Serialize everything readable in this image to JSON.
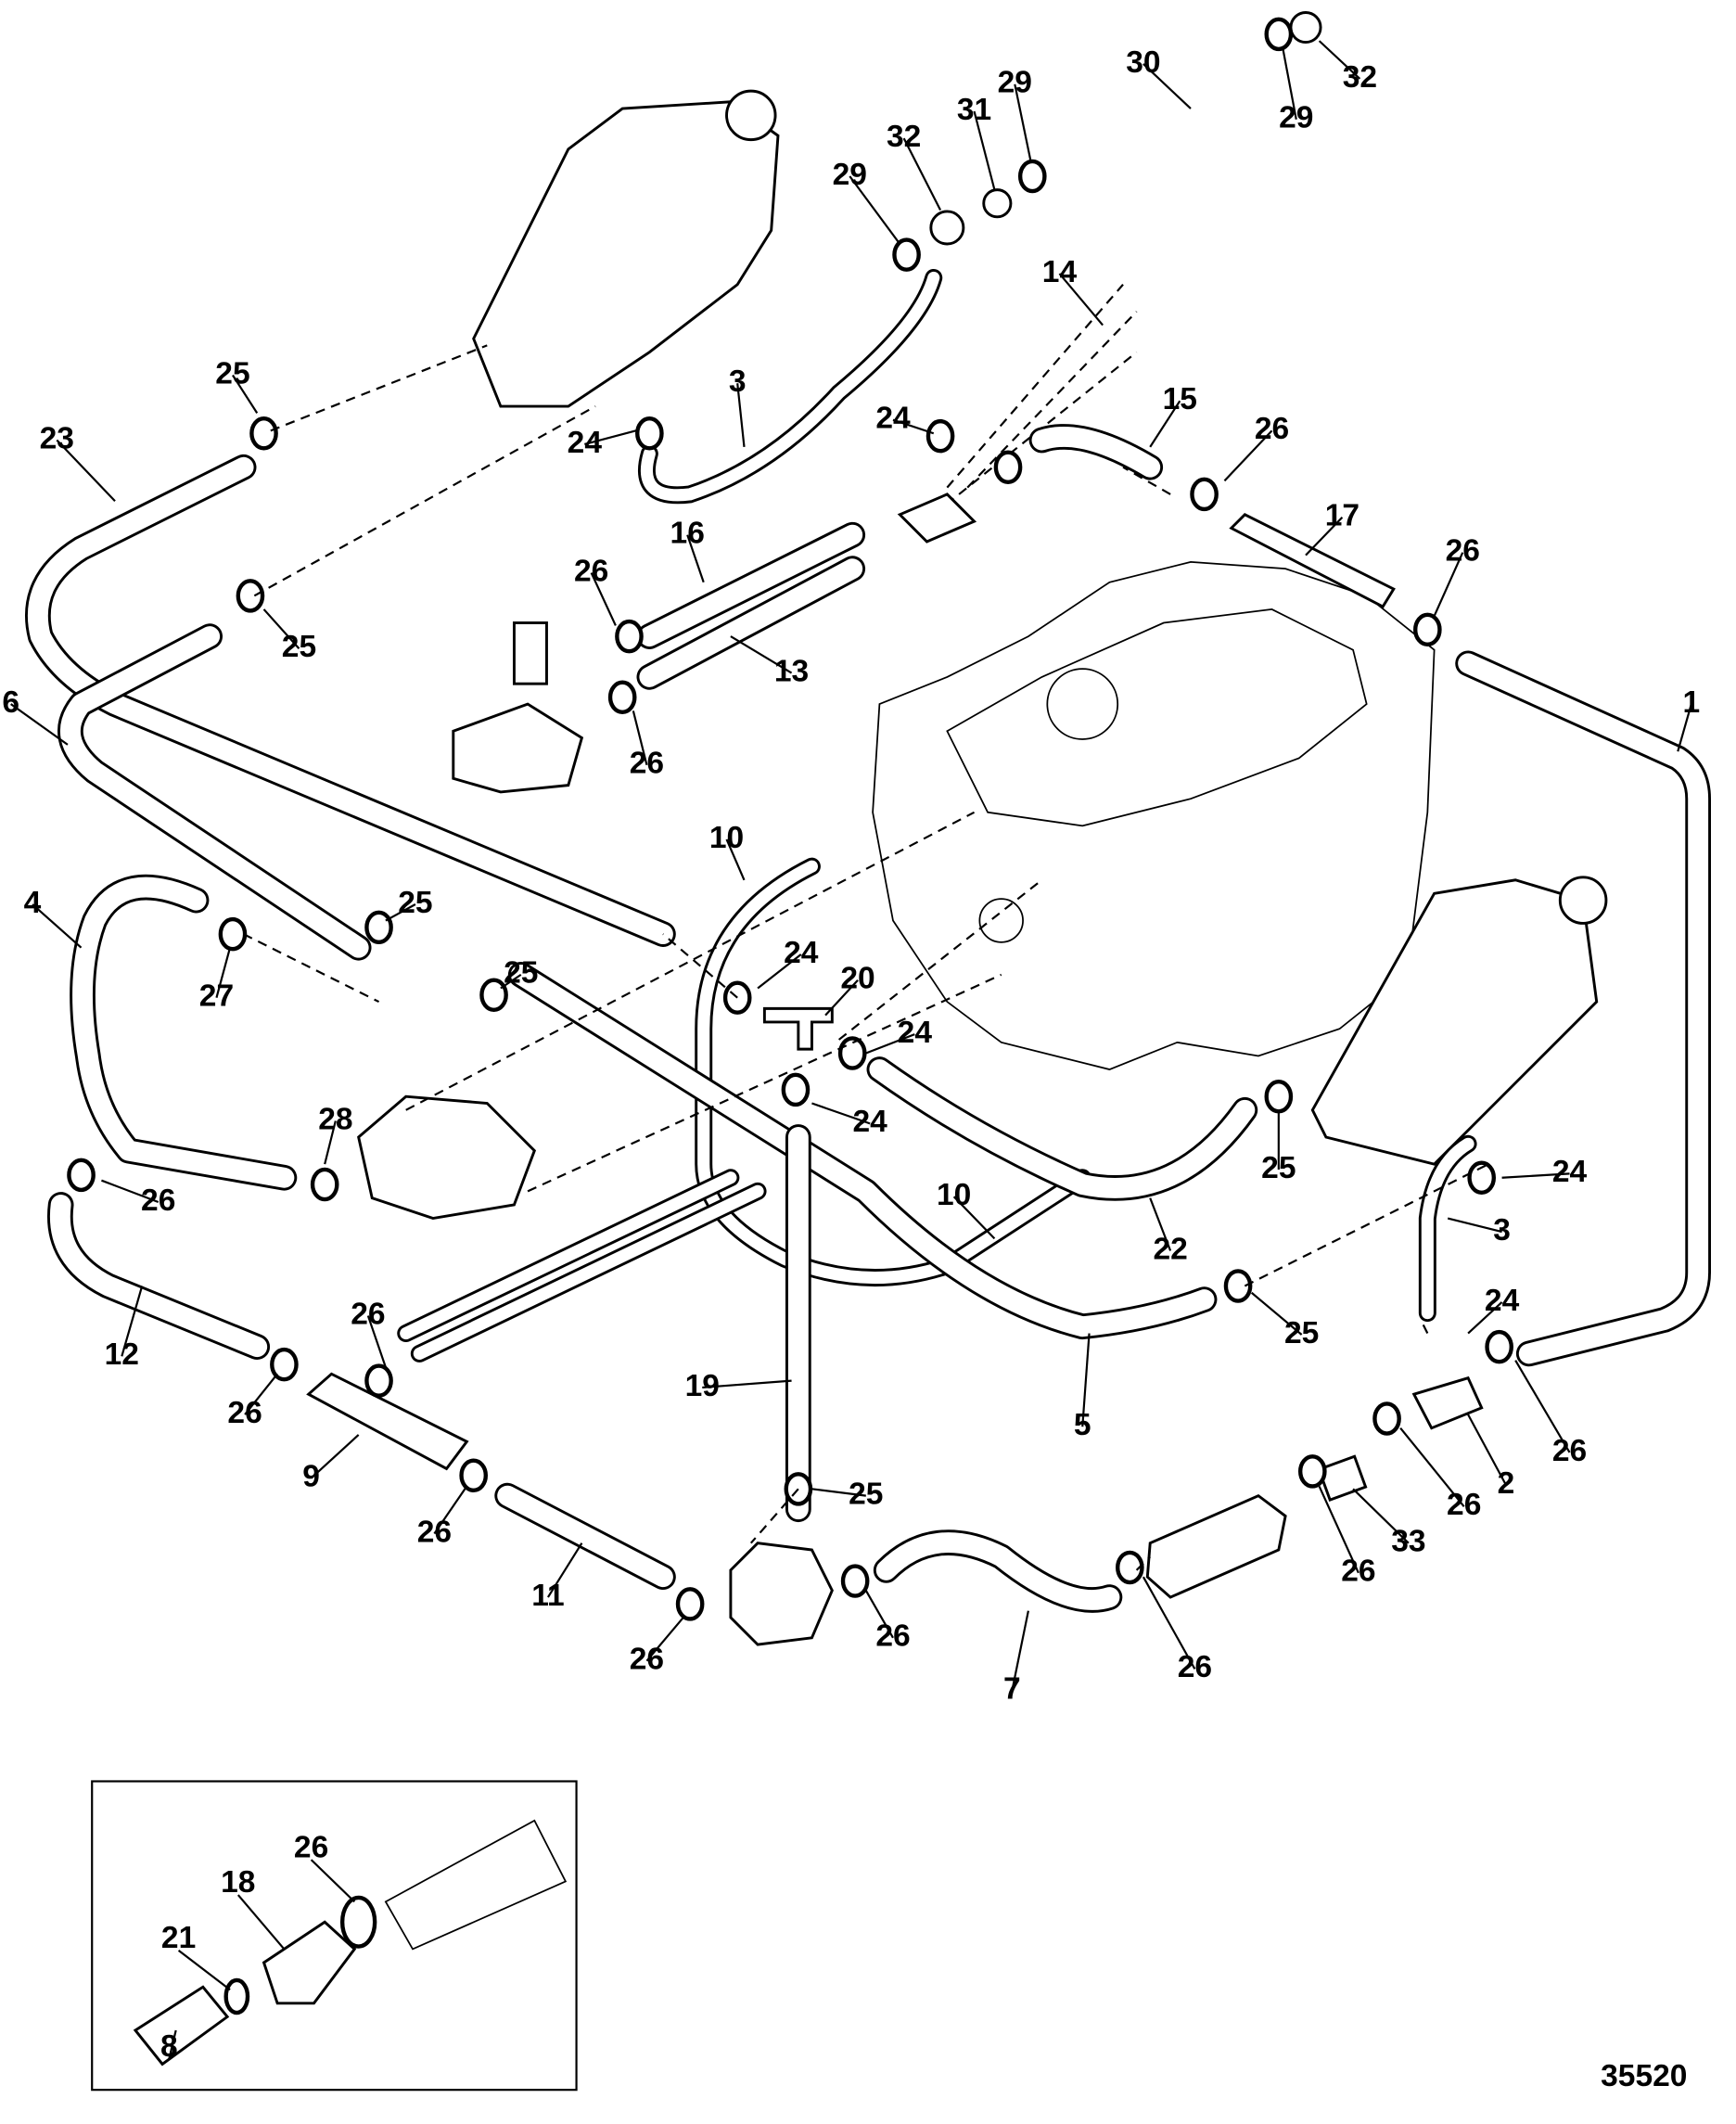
{
  "diagram": {
    "figure_number": "35520",
    "callouts": [
      "32",
      "29",
      "30",
      "29",
      "31",
      "32",
      "29",
      "14",
      "3",
      "25",
      "23",
      "24",
      "24",
      "15",
      "26",
      "16",
      "17",
      "26",
      "26",
      "25",
      "13",
      "26",
      "1",
      "6",
      "10",
      "4",
      "25",
      "24",
      "20",
      "25",
      "27",
      "24",
      "28",
      "24",
      "26",
      "25",
      "24",
      "10",
      "22",
      "3",
      "26",
      "24",
      "12",
      "25",
      "19",
      "5",
      "2",
      "26",
      "26",
      "9",
      "33",
      "26",
      "26",
      "25",
      "26",
      "11",
      "26",
      "26",
      "7",
      "26"
    ],
    "inset_callouts": [
      "26",
      "18",
      "21",
      "8"
    ]
  }
}
